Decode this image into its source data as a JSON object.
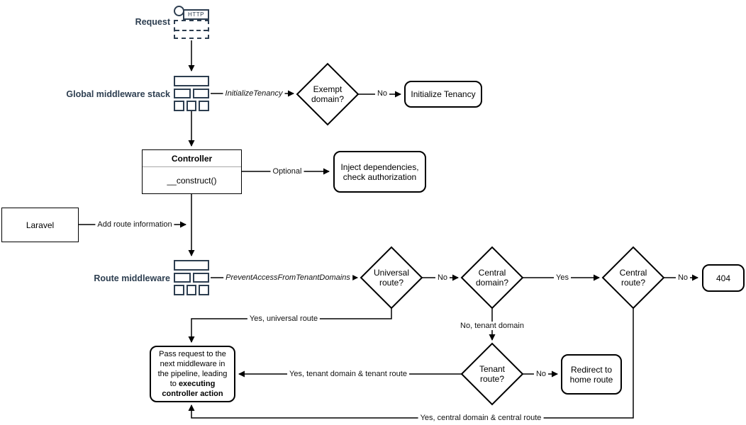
{
  "palette": {
    "navy": "#2d3e50",
    "line": "#000000",
    "background": "#ffffff"
  },
  "icons": {
    "request": "http-request-icon",
    "middleware_stack": "middleware-stack-icon"
  },
  "nodes": {
    "request_label": "Request",
    "request_icon_text": "HTTP",
    "global_middleware_label": "Global middleware stack",
    "route_middleware_label": "Route middleware",
    "exempt_domain": "Exempt domain?",
    "initialize_tenancy": "Initialize Tenancy",
    "controller_title": "Controller",
    "controller_method": "__construct()",
    "inject_dependencies": "Inject dependencies, check authorization",
    "laravel": "Laravel",
    "universal_route": "Universal route?",
    "central_domain": "Central domain?",
    "central_route": "Central route?",
    "tenant_route": "Tenant route?",
    "not_found": "404",
    "redirect_home": "Redirect to home route",
    "pass_request_text": "Pass request to the next middleware in the pipeline, leading to ",
    "pass_request_bold": "executing controller action"
  },
  "edges": {
    "initialize_tenancy_mw": "InitializeTenancy",
    "exempt_no": "No",
    "optional": "Optional",
    "add_route_information": "Add route information",
    "prevent_access_mw": "PreventAccessFromTenantDomains",
    "universal_no": "No",
    "central_domain_yes": "Yes",
    "central_route_no": "No",
    "universal_yes": "Yes, universal route",
    "central_domain_no": "No, tenant domain",
    "tenant_no": "No",
    "tenant_yes": "Yes, tenant domain & tenant route",
    "central_route_yes": "Yes, central domain & central route"
  }
}
